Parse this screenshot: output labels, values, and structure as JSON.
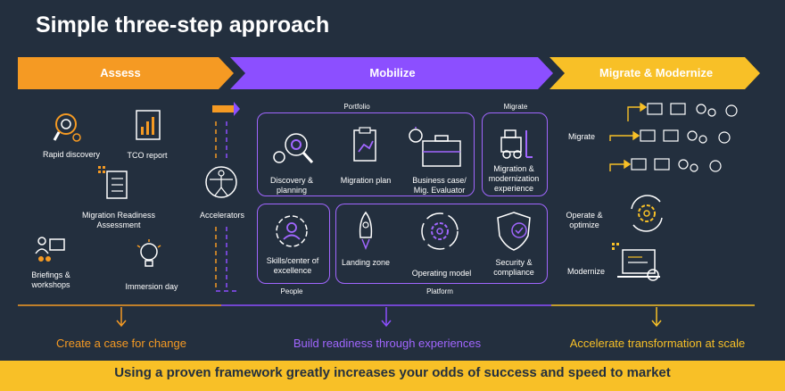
{
  "title": "Simple three-step approach",
  "phases": {
    "assess": "Assess",
    "mobilize": "Mobilize",
    "migrate": "Migrate & Modernize"
  },
  "assess": {
    "rapid_discovery": "Rapid discovery",
    "tco_report": "TCO report",
    "migration_readiness": "Migration Readiness Assessment",
    "briefings": "Briefings & workshops",
    "immersion": "Immersion day"
  },
  "accelerators": "Accelerators",
  "mobilize": {
    "portfolio": "Portfolio",
    "migrate": "Migrate",
    "discovery_planning": "Discovery & planning",
    "migration_plan": "Migration plan",
    "business_case": "Business case/ Mig. Evaluator",
    "migration_modernization": "Migration & modernization experience",
    "skills": "Skills/center of excellence",
    "landing_zone": "Landing zone",
    "operating_model": "Operating model",
    "security": "Security & compliance",
    "people": "People",
    "platform": "Platform"
  },
  "migrate_col": {
    "migrate": "Migrate",
    "operate": "Operate & optimize",
    "modernize": "Modernize"
  },
  "captions": {
    "assess": "Create a case for change",
    "mobilize": "Build readiness through experiences",
    "migrate": "Accelerate transformation at scale"
  },
  "footer": "Using a proven framework greatly increases your odds of success and speed to market",
  "colors": {
    "background": "#232f3e",
    "assess": "#f59a23",
    "mobilize": "#8c4fff",
    "migrate": "#f8c027",
    "outline": "#a166ff"
  }
}
